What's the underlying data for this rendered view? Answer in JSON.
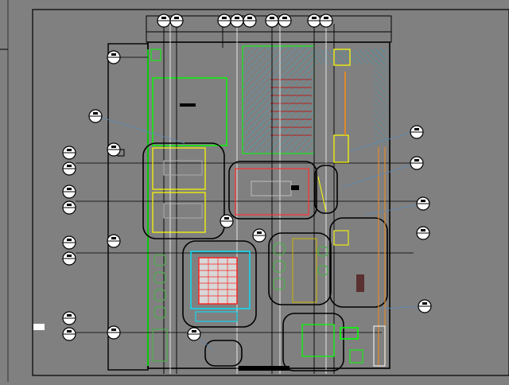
{
  "viewer": {
    "background": "#808080",
    "outline_color": "#000000",
    "wall_color": "#ffffff",
    "accent_green": "#00ff00",
    "accent_cyan": "#00e5ff",
    "accent_yellow": "#ffff00",
    "accent_red": "#ff2020",
    "hatch_color": "#3aa8c8"
  },
  "callouts_left": [
    "1",
    "2",
    "3",
    "4",
    "5",
    "6",
    "7",
    "8",
    "9",
    "10",
    "11",
    "12"
  ],
  "callouts_top": [
    "A",
    "B",
    "C",
    "D",
    "E",
    "F",
    "G",
    "H",
    "I",
    "J",
    "K",
    "L"
  ],
  "callouts_right": [
    "R1",
    "R2",
    "R3",
    "R4",
    "R5",
    "R6"
  ],
  "marker": {
    "label": ""
  }
}
